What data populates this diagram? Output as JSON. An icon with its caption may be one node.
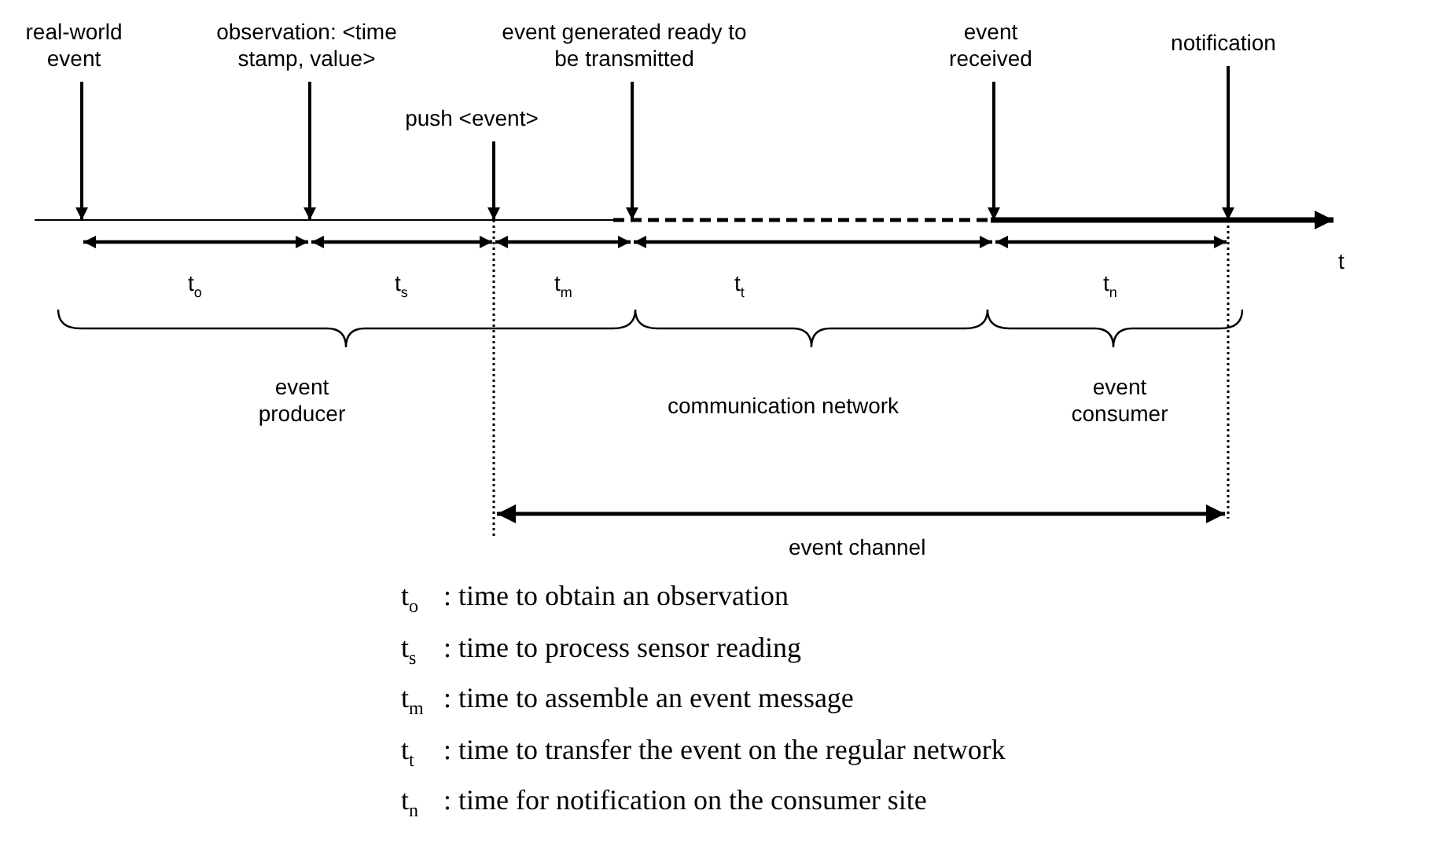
{
  "diagram": {
    "nodes": [
      {
        "text": [
          "real-world event"
        ]
      },
      {
        "text": [
          "observation: <time stamp, value>"
        ]
      },
      {
        "text": [
          "push <event>"
        ]
      },
      {
        "text": [
          "event generated ready to be transmitted"
        ]
      },
      {
        "text": [
          "event received"
        ]
      },
      {
        "text": [
          "notification"
        ]
      }
    ],
    "edges": [
      {
        "from": 0,
        "to": null,
        "arrow": "to"
      },
      {
        "from": 1,
        "to": null,
        "arrow": "to"
      },
      {
        "from": 2,
        "to": null,
        "arrow": "to"
      },
      {
        "from": 3,
        "to": null,
        "arrow": "to"
      },
      {
        "from": 4,
        "to": null,
        "arrow": "to"
      },
      {
        "from": 5,
        "to": null,
        "arrow": "to"
      }
    ],
    "labels": [
      "t$_{o}$",
      "t$_{s}$",
      "t$_{m}$",
      "t$_{t}$",
      "t$_{n}$",
      "t",
      "event producer",
      "communication network",
      "event consumer",
      "event channel",
      "t$_{o}$",
      ": time to obtain an observation",
      "t$_{s}$",
      ": time to process  sensor reading",
      "t$_{m}$",
      ": time to assemble an event message",
      "t$_{t}$",
      ": time to transfer the event on the regular network",
      "t$_{n}$",
      ": time for notification on the consumer site"
    ]
  }
}
